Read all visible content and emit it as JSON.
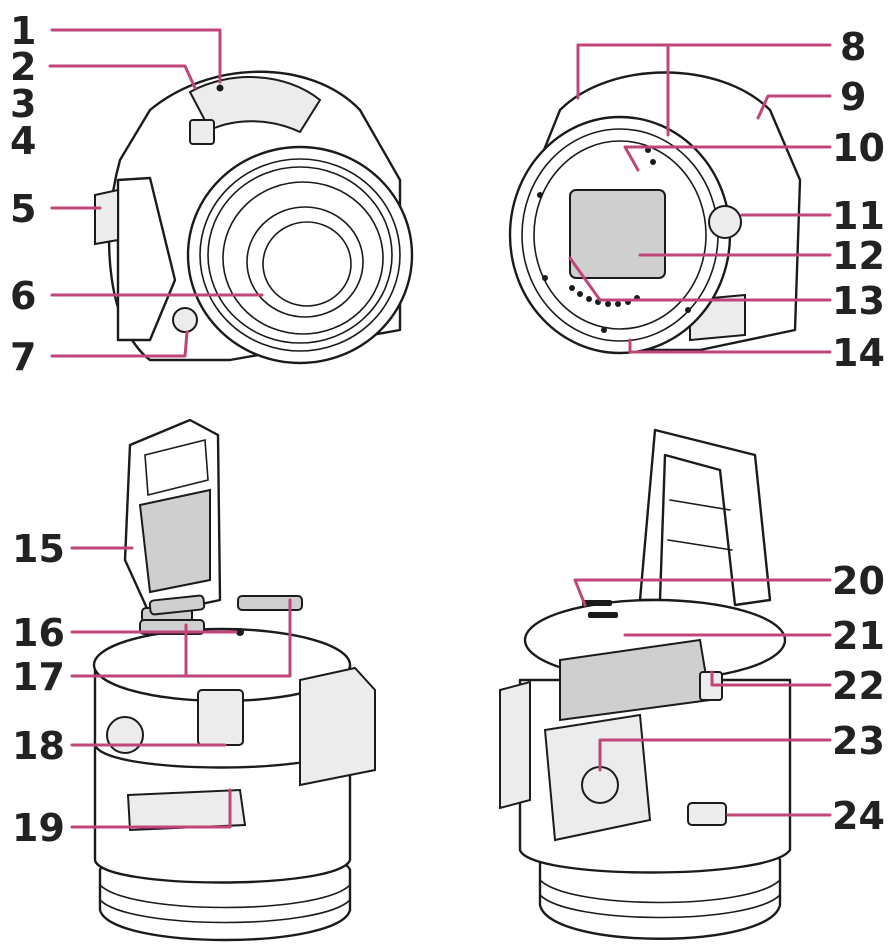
{
  "colors": {
    "leader_line": "#c0467a",
    "outline": "#1b1b1b",
    "number": "#222222"
  },
  "labels": [
    {
      "id": "1",
      "text": "1"
    },
    {
      "id": "2",
      "text": "2"
    },
    {
      "id": "3",
      "text": "3"
    },
    {
      "id": "4",
      "text": "4"
    },
    {
      "id": "5",
      "text": "5"
    },
    {
      "id": "6",
      "text": "6"
    },
    {
      "id": "7",
      "text": "7"
    },
    {
      "id": "8",
      "text": "8"
    },
    {
      "id": "9",
      "text": "9"
    },
    {
      "id": "10",
      "text": "10"
    },
    {
      "id": "11",
      "text": "11"
    },
    {
      "id": "12",
      "text": "12"
    },
    {
      "id": "13",
      "text": "13"
    },
    {
      "id": "14",
      "text": "14"
    },
    {
      "id": "15",
      "text": "15"
    },
    {
      "id": "16",
      "text": "16"
    },
    {
      "id": "17",
      "text": "17"
    },
    {
      "id": "18",
      "text": "18"
    },
    {
      "id": "19",
      "text": "19"
    },
    {
      "id": "20",
      "text": "20"
    },
    {
      "id": "21",
      "text": "21"
    },
    {
      "id": "22",
      "text": "22"
    },
    {
      "id": "23",
      "text": "23"
    },
    {
      "id": "24",
      "text": "24"
    }
  ]
}
